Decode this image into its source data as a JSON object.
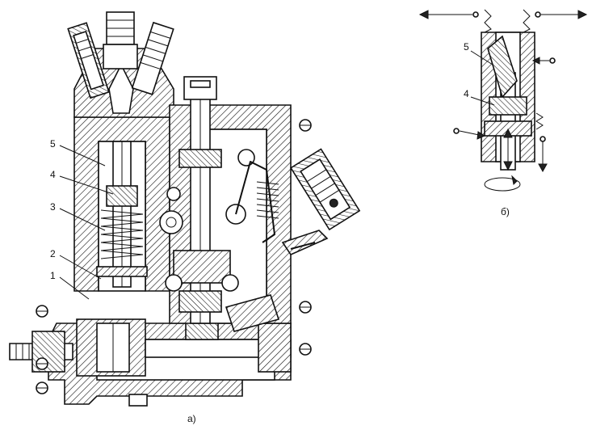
{
  "figure_a": {
    "labels": [
      "5",
      "4",
      "3",
      "2",
      "1"
    ],
    "caption": "а)"
  },
  "figure_b": {
    "labels": [
      "5",
      "4"
    ],
    "caption": "б)"
  }
}
